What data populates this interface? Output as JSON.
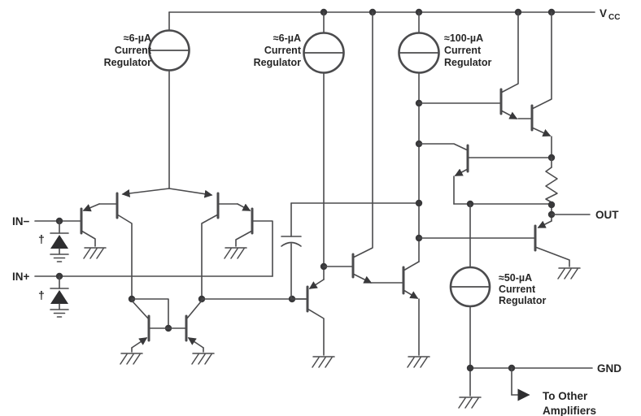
{
  "terminals": {
    "vcc": "V",
    "vcc_sub": "CC",
    "out": "OUT",
    "gnd": "GND",
    "in_neg": "IN−",
    "in_pos": "IN+"
  },
  "regulators": [
    {
      "value": "≈6-µA",
      "line2": "Current",
      "line3": "Regulator"
    },
    {
      "value": "≈6-µA",
      "line2": "Current",
      "line3": "Regulator"
    },
    {
      "value": "≈100-µA",
      "line2": "Current",
      "line3": "Regulator"
    },
    {
      "value": "≈50-µA",
      "line2": "Current",
      "line3": "Regulator"
    }
  ],
  "annotations": {
    "dagger": "†",
    "to_other_line1": "To Other",
    "to_other_line2": "Amplifiers"
  },
  "colors": {
    "wire": "#4b4b4d",
    "text": "#262626",
    "background": "#ffffff"
  }
}
